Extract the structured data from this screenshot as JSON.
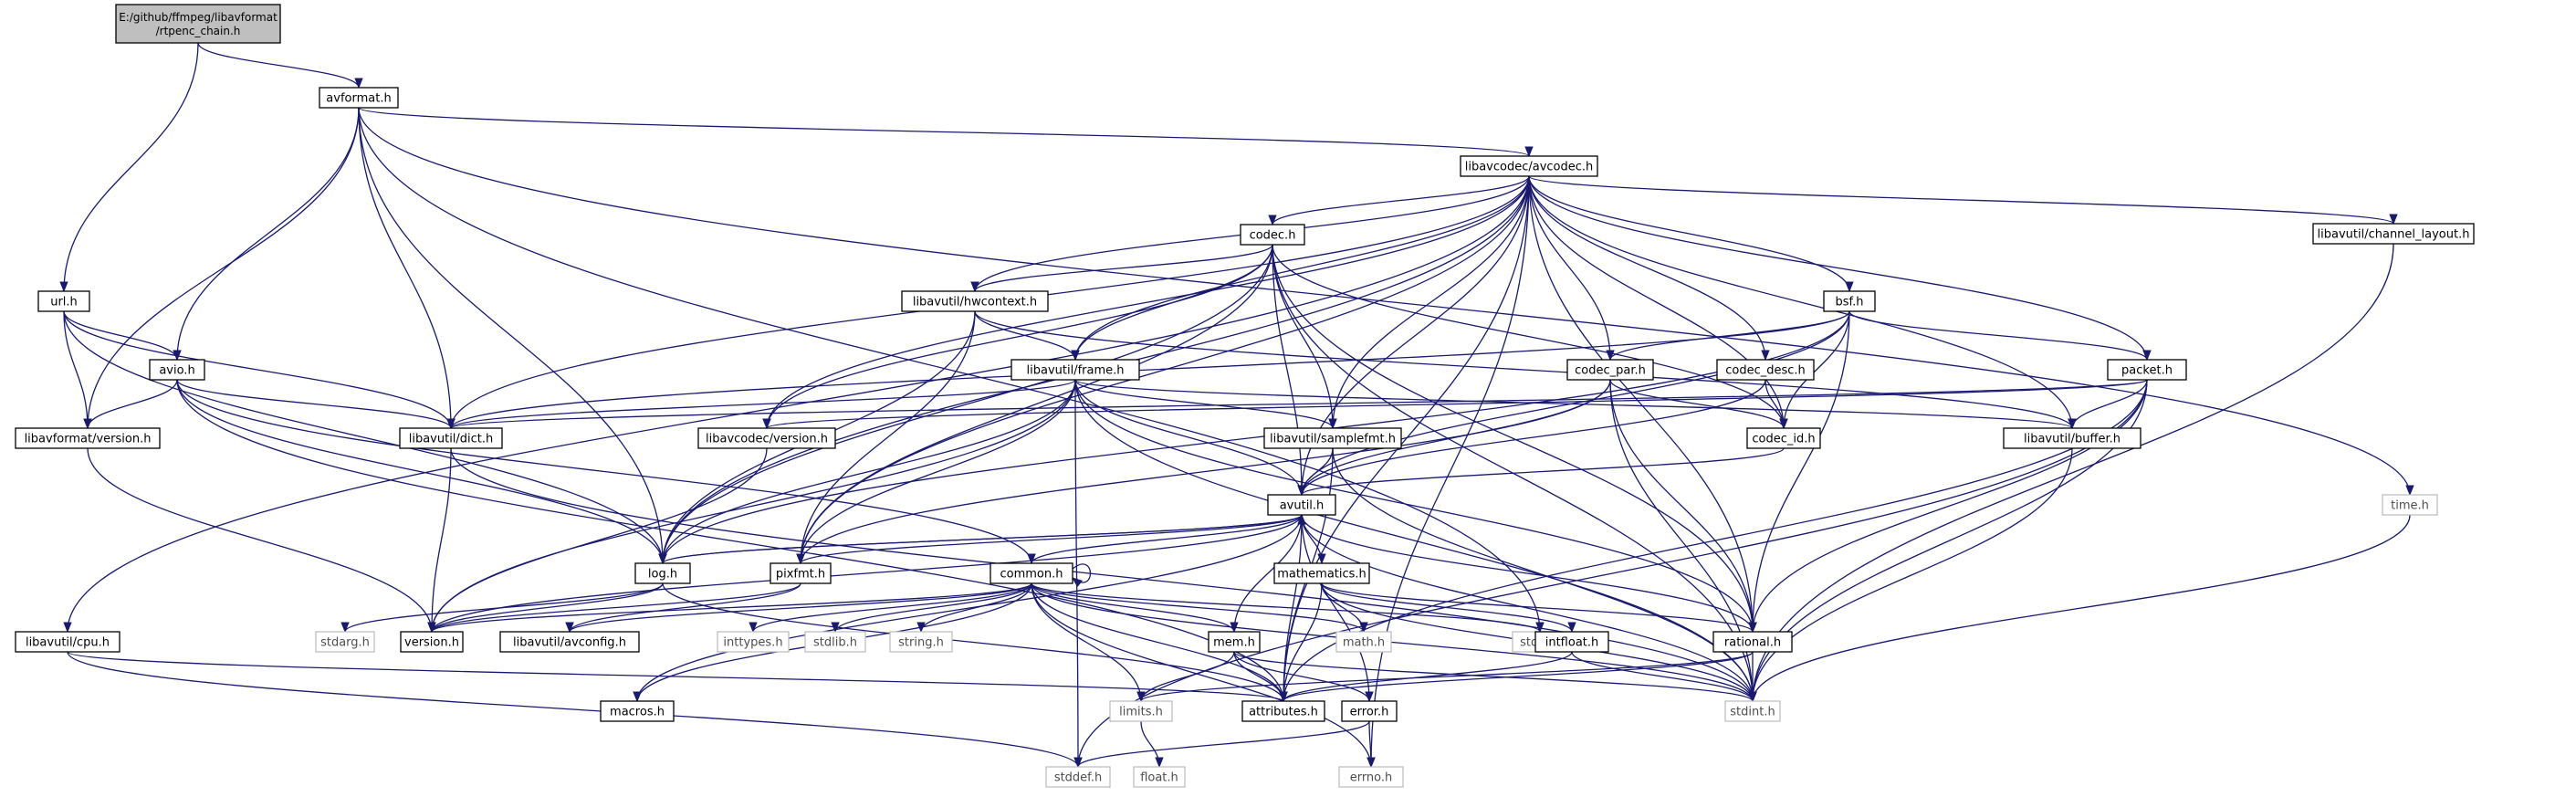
{
  "colors": {
    "edge": "#191970",
    "root_fill": "#bfbfbf",
    "node_stroke": "#000000",
    "system_stroke": "#bfbfbf",
    "node_fill": "#ffffff"
  },
  "nodes": {
    "rtpenc_chain": {
      "kind": "root",
      "lines": [
        "E:/github/ffmpeg/libavformat",
        "/rtpenc_chain.h"
      ]
    },
    "avformat": {
      "kind": "header",
      "lines": [
        "avformat.h"
      ]
    },
    "avcodec": {
      "kind": "header",
      "lines": [
        "libavcodec/avcodec.h"
      ]
    },
    "url": {
      "kind": "header",
      "lines": [
        "url.h"
      ]
    },
    "avio": {
      "kind": "header",
      "lines": [
        "avio.h"
      ]
    },
    "lavf_version": {
      "kind": "header",
      "lines": [
        "libavformat/version.h"
      ]
    },
    "dict": {
      "kind": "header",
      "lines": [
        "libavutil/dict.h"
      ]
    },
    "codec": {
      "kind": "header",
      "lines": [
        "codec.h"
      ]
    },
    "hwcontext": {
      "kind": "header",
      "lines": [
        "libavutil/hwcontext.h"
      ]
    },
    "frame": {
      "kind": "header",
      "lines": [
        "libavutil/frame.h"
      ]
    },
    "lavc_version": {
      "kind": "header",
      "lines": [
        "libavcodec/version.h"
      ]
    },
    "samplefmt": {
      "kind": "header",
      "lines": [
        "libavutil/samplefmt.h"
      ]
    },
    "channel_layout": {
      "kind": "header",
      "lines": [
        "libavutil/channel_layout.h"
      ]
    },
    "bsf": {
      "kind": "header",
      "lines": [
        "bsf.h"
      ]
    },
    "codec_par": {
      "kind": "header",
      "lines": [
        "codec_par.h"
      ]
    },
    "codec_desc": {
      "kind": "header",
      "lines": [
        "codec_desc.h"
      ]
    },
    "codec_id": {
      "kind": "header",
      "lines": [
        "codec_id.h"
      ]
    },
    "packet": {
      "kind": "header",
      "lines": [
        "packet.h"
      ]
    },
    "buffer": {
      "kind": "header",
      "lines": [
        "libavutil/buffer.h"
      ]
    },
    "time_h": {
      "kind": "system",
      "lines": [
        "time.h"
      ]
    },
    "avutil": {
      "kind": "header",
      "lines": [
        "avutil.h"
      ]
    },
    "log": {
      "kind": "header",
      "lines": [
        "log.h"
      ]
    },
    "pixfmt": {
      "kind": "header",
      "lines": [
        "pixfmt.h"
      ]
    },
    "common": {
      "kind": "header",
      "lines": [
        "common.h"
      ]
    },
    "mathematics": {
      "kind": "header",
      "lines": [
        "mathematics.h"
      ]
    },
    "cpu": {
      "kind": "header",
      "lines": [
        "libavutil/cpu.h"
      ]
    },
    "stdarg": {
      "kind": "system",
      "lines": [
        "stdarg.h"
      ]
    },
    "lavu_version": {
      "kind": "header",
      "lines": [
        "version.h"
      ]
    },
    "avconfig": {
      "kind": "header",
      "lines": [
        "libavutil/avconfig.h"
      ]
    },
    "inttypes": {
      "kind": "system",
      "lines": [
        "inttypes.h"
      ]
    },
    "stdlib": {
      "kind": "system",
      "lines": [
        "stdlib.h"
      ]
    },
    "string_h": {
      "kind": "system",
      "lines": [
        "string.h"
      ]
    },
    "mem": {
      "kind": "header",
      "lines": [
        "mem.h"
      ]
    },
    "math_h": {
      "kind": "system",
      "lines": [
        "math.h"
      ]
    },
    "stdio": {
      "kind": "system",
      "lines": [
        "stdio.h"
      ]
    },
    "intfloat": {
      "kind": "header",
      "lines": [
        "intfloat.h"
      ]
    },
    "rational": {
      "kind": "header",
      "lines": [
        "rational.h"
      ]
    },
    "macros": {
      "kind": "header",
      "lines": [
        "macros.h"
      ]
    },
    "limits_h": {
      "kind": "system",
      "lines": [
        "limits.h"
      ]
    },
    "attributes": {
      "kind": "header",
      "lines": [
        "attributes.h"
      ]
    },
    "error": {
      "kind": "header",
      "lines": [
        "error.h"
      ]
    },
    "stdint": {
      "kind": "system",
      "lines": [
        "stdint.h"
      ]
    },
    "stddef": {
      "kind": "system",
      "lines": [
        "stddef.h"
      ]
    },
    "float_h": {
      "kind": "system",
      "lines": [
        "float.h"
      ]
    },
    "errno": {
      "kind": "system",
      "lines": [
        "errno.h"
      ]
    }
  },
  "edges": [
    [
      "rtpenc_chain",
      "avformat"
    ],
    [
      "rtpenc_chain",
      "url"
    ],
    [
      "avformat",
      "avcodec"
    ],
    [
      "avformat",
      "avio"
    ],
    [
      "avformat",
      "dict"
    ],
    [
      "avformat",
      "log"
    ],
    [
      "avformat",
      "lavf_version"
    ],
    [
      "avformat",
      "time_h"
    ],
    [
      "avformat",
      "stdio"
    ],
    [
      "url",
      "avio"
    ],
    [
      "url",
      "lavf_version"
    ],
    [
      "url",
      "dict"
    ],
    [
      "url",
      "log"
    ],
    [
      "avio",
      "dict"
    ],
    [
      "avio",
      "log"
    ],
    [
      "avio",
      "lavf_version"
    ],
    [
      "avio",
      "common"
    ],
    [
      "avio",
      "attributes"
    ],
    [
      "lavf_version",
      "lavu_version"
    ],
    [
      "avcodec",
      "codec"
    ],
    [
      "avcodec",
      "hwcontext"
    ],
    [
      "avcodec",
      "frame"
    ],
    [
      "avcodec",
      "dict"
    ],
    [
      "avcodec",
      "log"
    ],
    [
      "avcodec",
      "pixfmt"
    ],
    [
      "avcodec",
      "lavc_version"
    ],
    [
      "avcodec",
      "samplefmt"
    ],
    [
      "avcodec",
      "avutil"
    ],
    [
      "avcodec",
      "cpu"
    ],
    [
      "avcodec",
      "channel_layout"
    ],
    [
      "avcodec",
      "bsf"
    ],
    [
      "avcodec",
      "codec_par"
    ],
    [
      "avcodec",
      "codec_desc"
    ],
    [
      "avcodec",
      "codec_id"
    ],
    [
      "avcodec",
      "packet"
    ],
    [
      "avcodec",
      "buffer"
    ],
    [
      "avcodec",
      "rational"
    ],
    [
      "avcodec",
      "attributes"
    ],
    [
      "avcodec",
      "errno"
    ],
    [
      "codec",
      "hwcontext"
    ],
    [
      "codec",
      "frame"
    ],
    [
      "codec",
      "log"
    ],
    [
      "codec",
      "pixfmt"
    ],
    [
      "codec",
      "lavc_version"
    ],
    [
      "codec",
      "samplefmt"
    ],
    [
      "codec",
      "avutil"
    ],
    [
      "codec",
      "codec_id"
    ],
    [
      "codec",
      "rational"
    ],
    [
      "codec",
      "stdint"
    ],
    [
      "hwcontext",
      "frame"
    ],
    [
      "hwcontext",
      "buffer"
    ],
    [
      "hwcontext",
      "log"
    ],
    [
      "hwcontext",
      "pixfmt"
    ],
    [
      "frame",
      "dict"
    ],
    [
      "frame",
      "samplefmt"
    ],
    [
      "frame",
      "avutil"
    ],
    [
      "frame",
      "buffer"
    ],
    [
      "frame",
      "pixfmt"
    ],
    [
      "frame",
      "log"
    ],
    [
      "frame",
      "rational"
    ],
    [
      "frame",
      "lavu_version"
    ],
    [
      "frame",
      "stddef"
    ],
    [
      "frame",
      "stdint"
    ],
    [
      "lavc_version",
      "lavu_version"
    ],
    [
      "samplefmt",
      "avutil"
    ],
    [
      "samplefmt",
      "attributes"
    ],
    [
      "samplefmt",
      "stdint"
    ],
    [
      "channel_layout",
      "stdint"
    ],
    [
      "bsf",
      "codec_par"
    ],
    [
      "bsf",
      "codec_id"
    ],
    [
      "bsf",
      "packet"
    ],
    [
      "bsf",
      "dict"
    ],
    [
      "bsf",
      "log"
    ],
    [
      "bsf",
      "rational"
    ],
    [
      "bsf",
      "avutil"
    ],
    [
      "codec_par",
      "codec_id"
    ],
    [
      "codec_par",
      "pixfmt"
    ],
    [
      "codec_par",
      "avutil"
    ],
    [
      "codec_par",
      "rational"
    ],
    [
      "codec_par",
      "stdint"
    ],
    [
      "codec_desc",
      "codec_id"
    ],
    [
      "codec_desc",
      "avutil"
    ],
    [
      "codec_id",
      "avutil"
    ],
    [
      "packet",
      "buffer"
    ],
    [
      "packet",
      "dict"
    ],
    [
      "packet",
      "lavc_version"
    ],
    [
      "packet",
      "rational"
    ],
    [
      "packet",
      "attributes"
    ],
    [
      "packet",
      "stdint"
    ],
    [
      "packet",
      "stddef"
    ],
    [
      "buffer",
      "stdint"
    ],
    [
      "time_h",
      "stdint"
    ],
    [
      "dict",
      "lavu_version"
    ],
    [
      "dict",
      "stdint"
    ],
    [
      "avutil",
      "common"
    ],
    [
      "avutil",
      "mathematics"
    ],
    [
      "avutil",
      "log"
    ],
    [
      "avutil",
      "pixfmt"
    ],
    [
      "avutil",
      "rational"
    ],
    [
      "avutil",
      "lavu_version"
    ],
    [
      "avutil",
      "macros"
    ],
    [
      "avutil",
      "error"
    ],
    [
      "avutil",
      "attributes"
    ],
    [
      "avutil",
      "stdint"
    ],
    [
      "log",
      "stdarg"
    ],
    [
      "log",
      "avutil"
    ],
    [
      "log",
      "attributes"
    ],
    [
      "log",
      "lavu_version"
    ],
    [
      "pixfmt",
      "lavu_version"
    ],
    [
      "pixfmt",
      "avconfig"
    ],
    [
      "common",
      "errno"
    ],
    [
      "common",
      "inttypes"
    ],
    [
      "common",
      "limits_h"
    ],
    [
      "common",
      "math_h"
    ],
    [
      "common",
      "stdint"
    ],
    [
      "common",
      "stdio"
    ],
    [
      "common",
      "stdlib"
    ],
    [
      "common",
      "string_h"
    ],
    [
      "common",
      "attributes"
    ],
    [
      "common",
      "macros"
    ],
    [
      "common",
      "lavu_version"
    ],
    [
      "common",
      "avconfig"
    ],
    [
      "common",
      "mem"
    ],
    [
      "common",
      "common"
    ],
    [
      "mathematics",
      "math_h"
    ],
    [
      "mathematics",
      "stdint"
    ],
    [
      "mathematics",
      "attributes"
    ],
    [
      "mathematics",
      "rational"
    ],
    [
      "mathematics",
      "intfloat"
    ],
    [
      "cpu",
      "attributes"
    ],
    [
      "cpu",
      "stddef"
    ],
    [
      "mem",
      "limits_h"
    ],
    [
      "mem",
      "stdint"
    ],
    [
      "mem",
      "attributes"
    ],
    [
      "mem",
      "error"
    ],
    [
      "mem",
      "avutil"
    ],
    [
      "intfloat",
      "stdint"
    ],
    [
      "intfloat",
      "attributes"
    ],
    [
      "rational",
      "stdint"
    ],
    [
      "rational",
      "limits_h"
    ],
    [
      "rational",
      "attributes"
    ],
    [
      "error",
      "errno"
    ],
    [
      "error",
      "stddef"
    ],
    [
      "limits_h",
      "float_h"
    ]
  ]
}
